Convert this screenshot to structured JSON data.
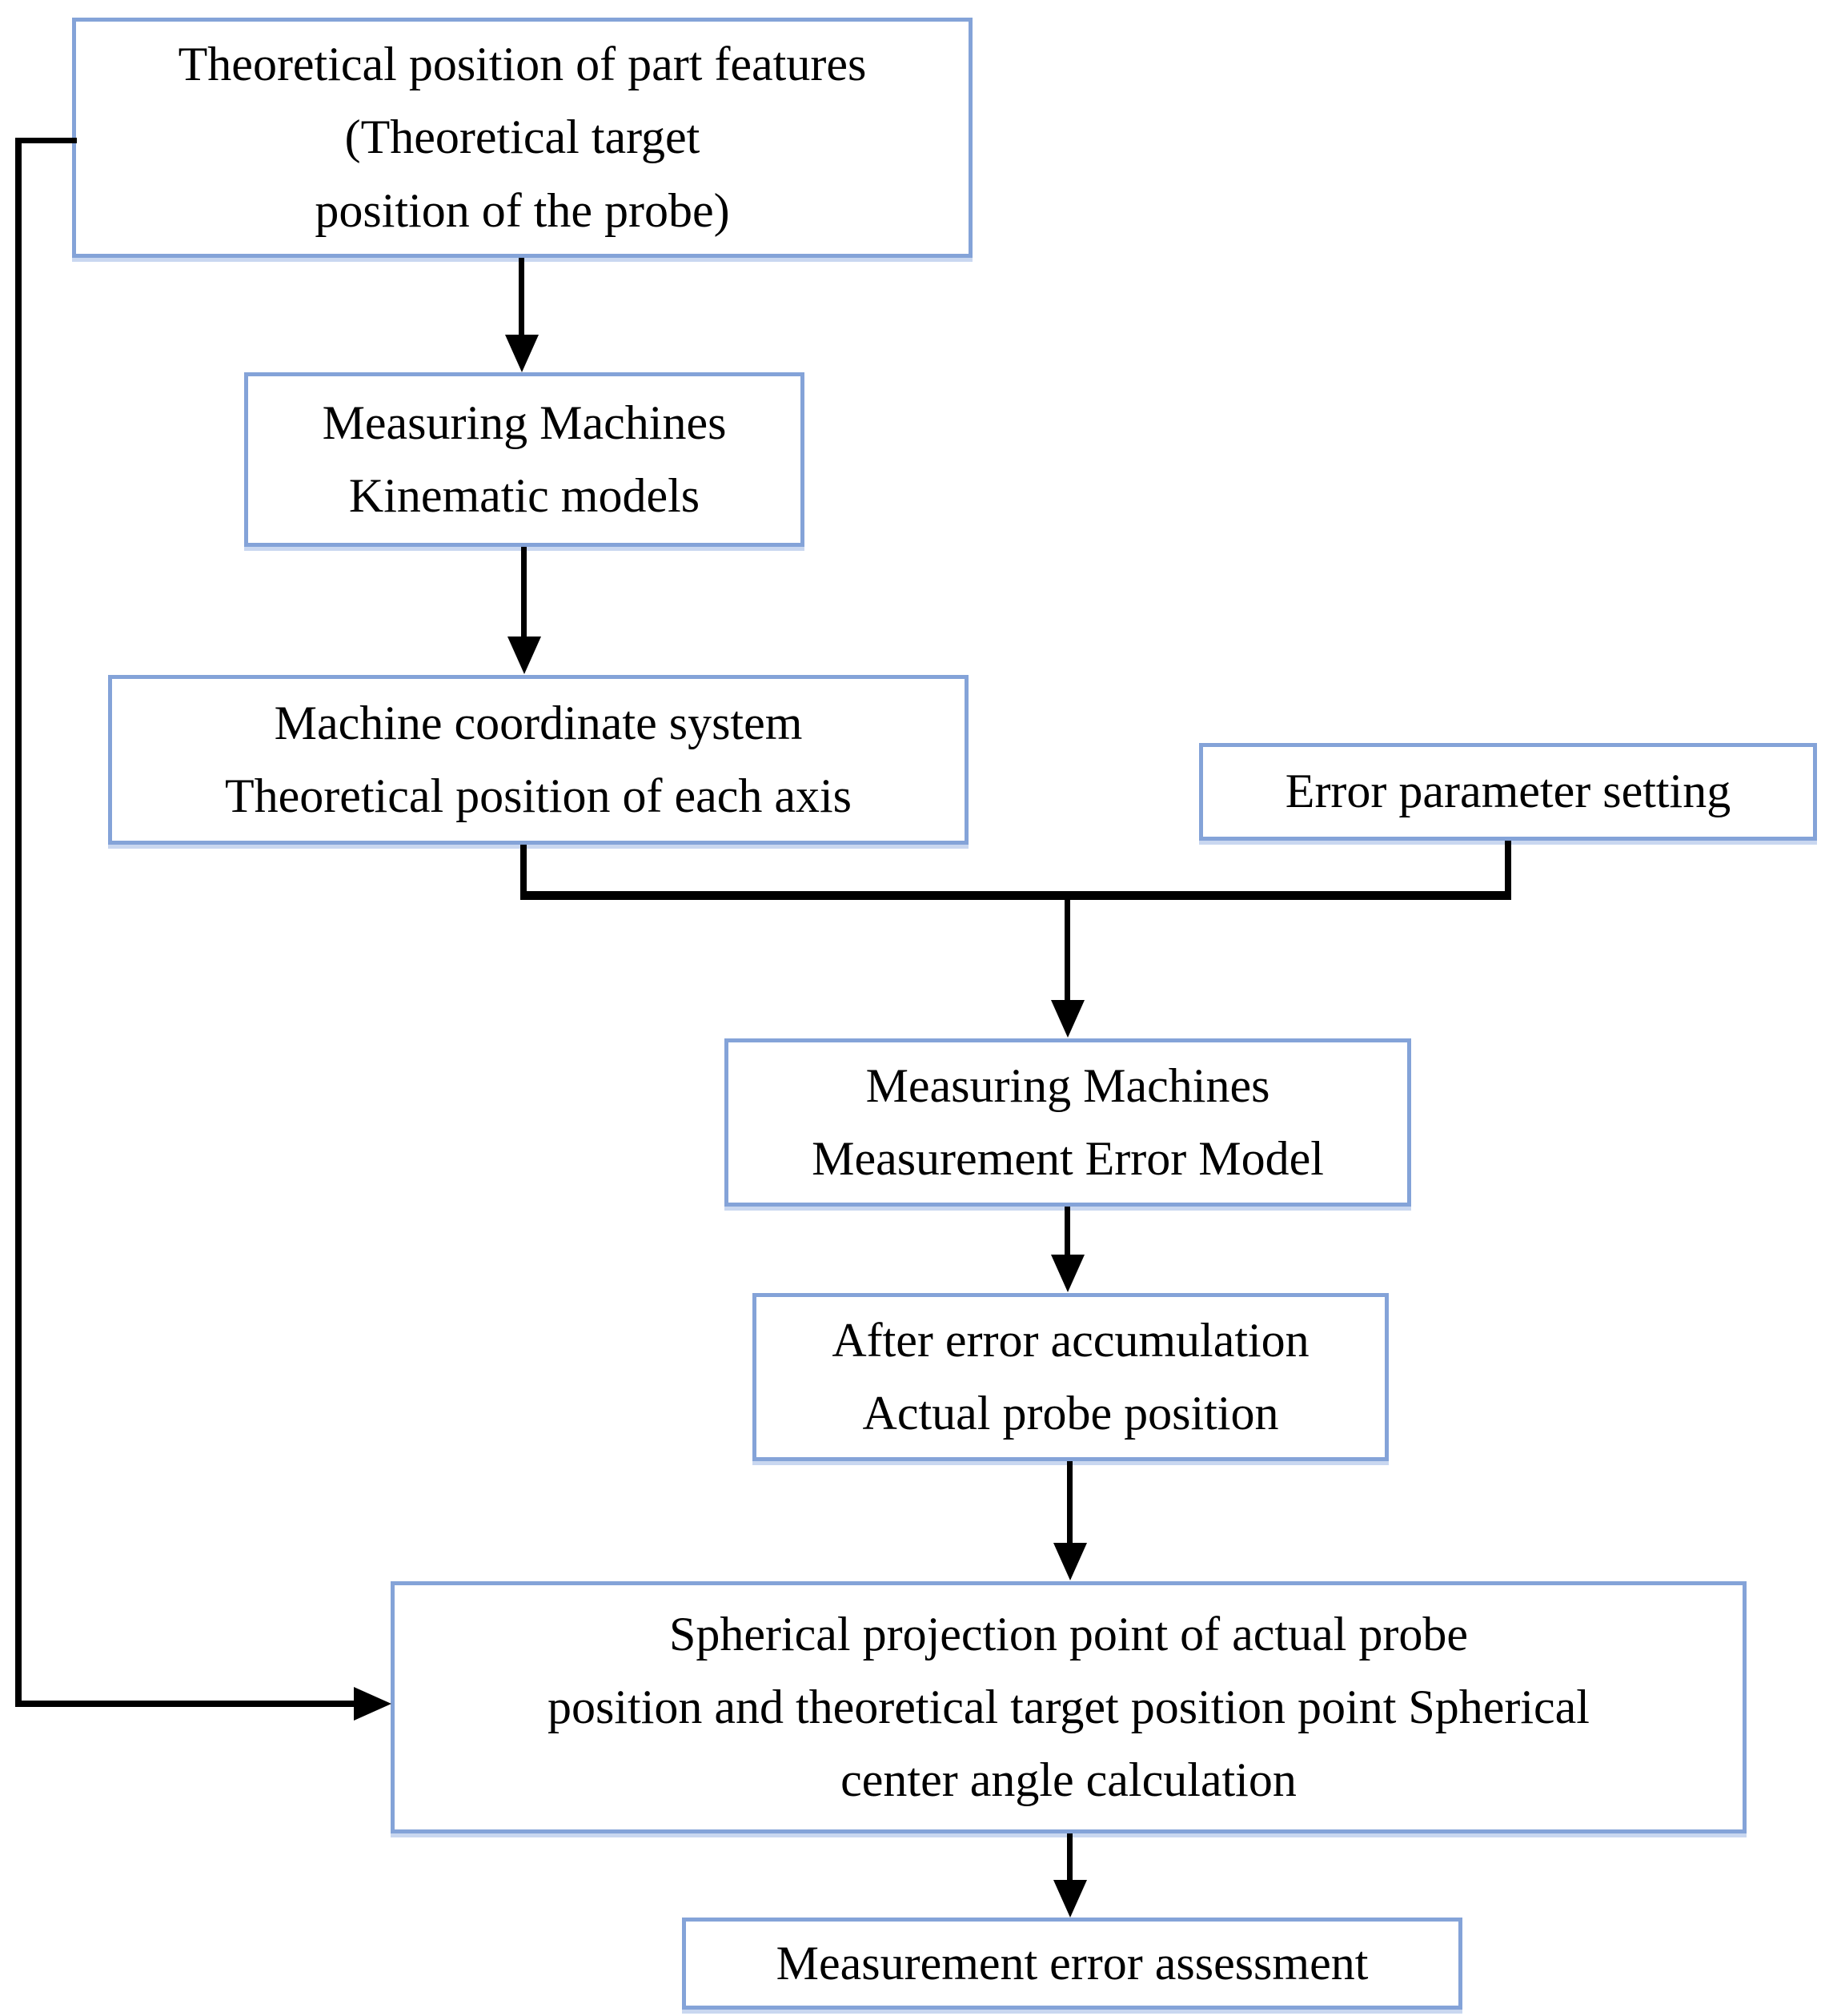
{
  "colors": {
    "box-border": "#84a3d8",
    "box-border-halo": "#c9d7f0",
    "box-background": "#ffffff",
    "page-background": "#ffffff",
    "connector": "#000000"
  },
  "boxes": {
    "part_features": {
      "lines": [
        "Theoretical position of part features",
        "(Theoretical target",
        "position of the probe)"
      ]
    },
    "kinematic_models": {
      "lines": [
        "Measuring Machines",
        "Kinematic models"
      ]
    },
    "coordinate_system": {
      "lines": [
        "Machine coordinate system",
        "Theoretical position of each axis"
      ]
    },
    "error_parameter": {
      "lines": [
        "Error parameter setting"
      ]
    },
    "error_model": {
      "lines": [
        "Measuring Machines",
        "Measurement Error Model"
      ]
    },
    "probe_position": {
      "lines": [
        "After error accumulation",
        "Actual probe position"
      ]
    },
    "spherical_projection": {
      "lines": [
        "Spherical projection point of actual probe",
        "position and theoretical target position point Spherical",
        "center angle calculation"
      ]
    },
    "assessment": {
      "lines": [
        "Measurement error assessment"
      ]
    }
  },
  "edges": [
    {
      "from": "part_features",
      "to": "kinematic_models",
      "type": "arrow"
    },
    {
      "from": "kinematic_models",
      "to": "coordinate_system",
      "type": "arrow"
    },
    {
      "from": "coordinate_system",
      "to": "error_model",
      "type": "merge-arrow"
    },
    {
      "from": "error_parameter",
      "to": "error_model",
      "type": "merge-arrow"
    },
    {
      "from": "error_model",
      "to": "probe_position",
      "type": "arrow"
    },
    {
      "from": "probe_position",
      "to": "spherical_projection",
      "type": "arrow"
    },
    {
      "from": "spherical_projection",
      "to": "assessment",
      "type": "arrow"
    },
    {
      "from": "part_features",
      "to": "spherical_projection",
      "type": "feedback-arrow"
    }
  ]
}
